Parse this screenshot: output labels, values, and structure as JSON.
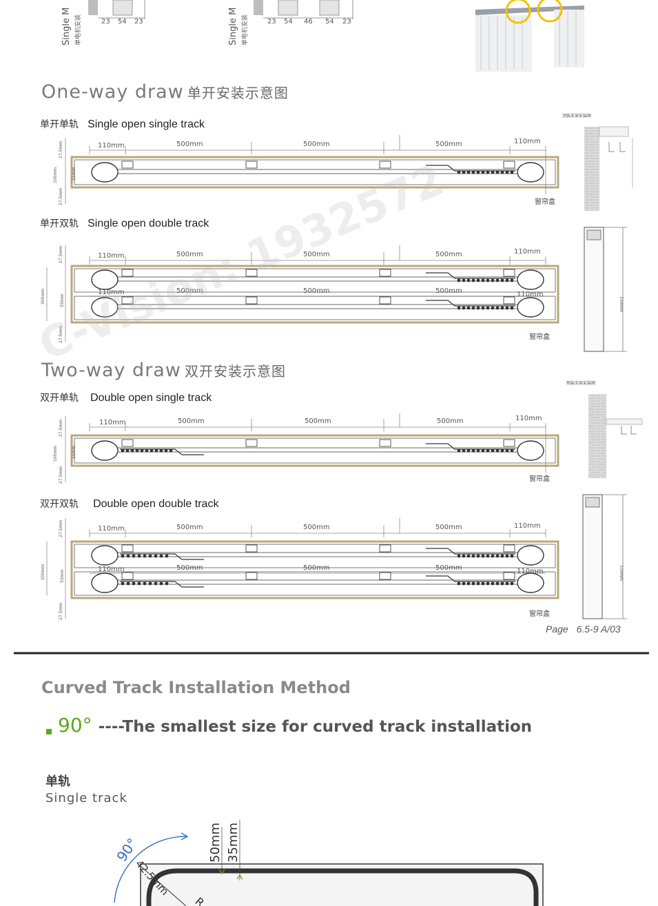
{
  "top_labels": {
    "left_rotated_en": "Single M",
    "left_rotated_cn": "单电机安装",
    "left_dims": [
      "23",
      "54",
      "23"
    ],
    "mid_rotated_en": "Single M",
    "mid_rotated_cn": "单电机安装",
    "mid_dims": [
      "23",
      "54",
      "46",
      "54",
      "23"
    ]
  },
  "one_way": {
    "title": "One-way draw",
    "title_cn": "单开安装示意图",
    "diag1": {
      "label_cn": "单开单轨",
      "label_en": "Single open single track",
      "dims_top": [
        "110mm",
        "500mm",
        "500mm",
        "500mm",
        "110mm"
      ],
      "left_dims": [
        "27.5mm",
        "100mm",
        "55mm",
        "27.5mm"
      ],
      "box_label": "窗帘盒"
    },
    "diag2": {
      "label_cn": "单开双轨",
      "label_en": "Single open double track",
      "dims_top": [
        "110mm",
        "500mm",
        "500mm",
        "500mm",
        "110mm"
      ],
      "dims_row2": [
        "110mm",
        "500mm",
        "500mm",
        "500mm",
        "110mm"
      ],
      "left_dims": [
        "27.5mm",
        "200mm",
        "55mm",
        "27.5mm"
      ],
      "box_label": "窗帘盒"
    },
    "side_caption": "顶装支架安装图",
    "side_dim": "334mm"
  },
  "two_way": {
    "title": "Two-way draw",
    "title_cn": "双开安装示意图",
    "diag1": {
      "label_cn": "双开单轨",
      "label_en": "Double open single track",
      "dims_top": [
        "110mm",
        "500mm",
        "500mm",
        "500mm",
        "110mm"
      ],
      "left_dims": [
        "27.5mm",
        "100mm",
        "55mm",
        "27.5mm"
      ],
      "box_label": "窗帘盒"
    },
    "diag2": {
      "label_cn": "双开双轨",
      "label_en": "Double open double track",
      "dims_top": [
        "110mm",
        "500mm",
        "500mm",
        "500mm",
        "110mm"
      ],
      "dims_row2": [
        "110mm",
        "500mm",
        "500mm",
        "500mm",
        "110mm"
      ],
      "left_dims": [
        "27.5mm",
        "200mm",
        "55mm",
        "27.5mm"
      ],
      "box_label": "窗帘盒"
    },
    "side_caption": "侧装支架安装图",
    "side_dim": "334mm"
  },
  "page_ref": {
    "label": "Page",
    "value": "6.5-9 A/03"
  },
  "watermark": "C-Vision: 1932572",
  "curved": {
    "heading": "Curved Track Installation Method",
    "degree": "90°",
    "degree_desc": "----The smallest size for curved track installation",
    "single_cn": "单轨",
    "single_en": "Single track",
    "arc_deg": "90°",
    "radius_label": "42.5mm",
    "dim_a": "50mm",
    "dim_b": "35mm",
    "r_label": "R"
  },
  "colors": {
    "rail_frame": "#b8a878",
    "accent_green": "#5aa820",
    "highlight_yellow": "#f2c200",
    "divider": "#222222"
  }
}
